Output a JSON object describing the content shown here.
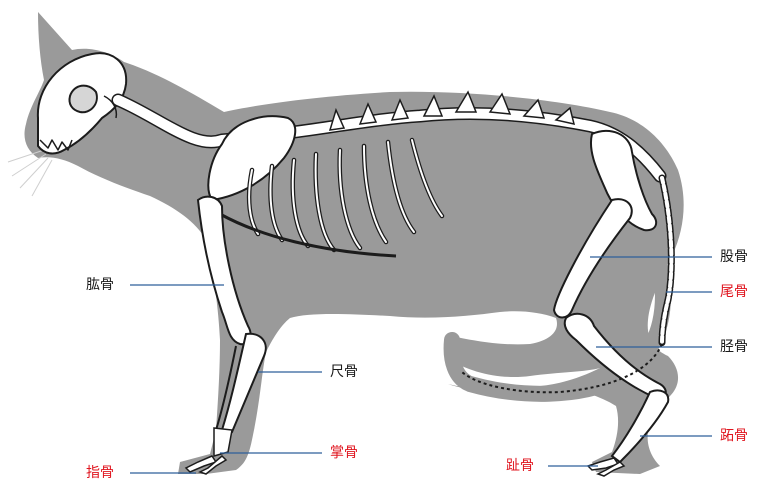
{
  "labels": {
    "humerus": "肱骨",
    "ulna": "尺骨",
    "metacarpal": "掌骨",
    "phalanges_front": "指骨",
    "femur": "股骨",
    "caudal": "尾骨",
    "tibia": "胫骨",
    "metatarsal": "跖骨",
    "phalanges_hind": "趾骨"
  },
  "colors": {
    "silhouette": "#9a9a9a",
    "bone_fill": "#ffffff",
    "bone_stroke": "#1c1c1c",
    "leader_line": "#2f5f9a",
    "label_black": "#1a1a1a",
    "label_red": "#e0141e"
  }
}
